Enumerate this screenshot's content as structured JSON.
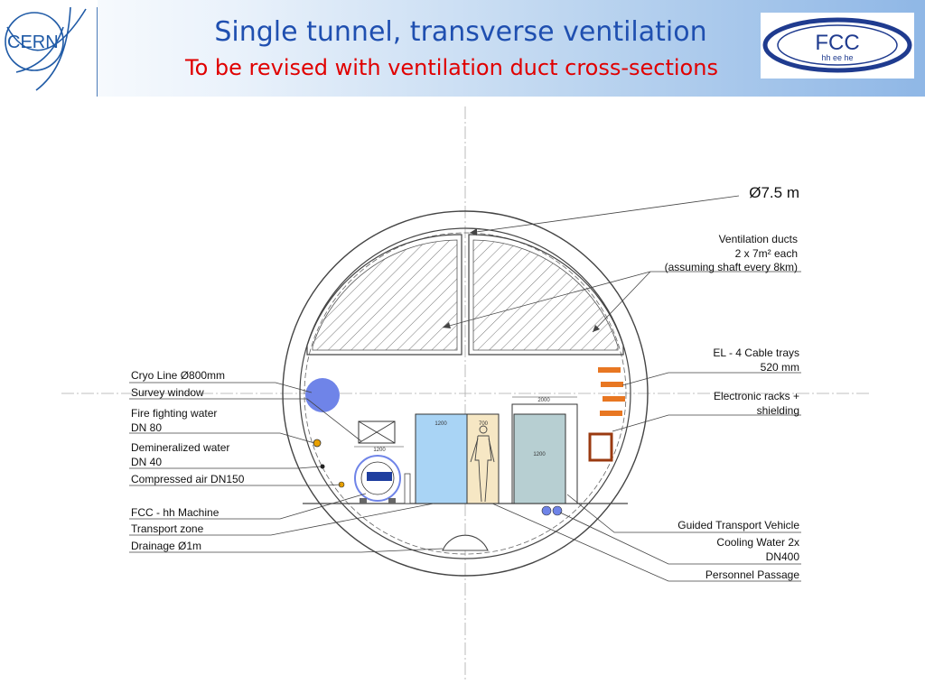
{
  "header": {
    "title": "Single tunnel, transverse ventilation",
    "subtitle": "To be revised with ventilation duct cross-sections",
    "cern_logo_text": "CERN",
    "fcc_logo_text": "FCC",
    "fcc_logo_subtext": "hh ee he"
  },
  "diagram": {
    "diameter_label": "Ø7.5 m",
    "labels_right": {
      "ventilation_line1": "Ventilation ducts",
      "ventilation_line2": "2 x 7m² each",
      "ventilation_line3": "(assuming shaft every 8km)",
      "cable_trays_line1": "EL - 4 Cable trays",
      "cable_trays_line2": "520 mm",
      "racks_line1": "Electronic racks +",
      "racks_line2": "shielding",
      "transport_vehicle": "Guided Transport Vehicle",
      "cooling_line1": "Cooling Water 2x",
      "cooling_line2": "DN400",
      "personnel": "Personnel Passage"
    },
    "labels_left": {
      "cryo": "Cryo Line Ø800mm",
      "survey": "Survey window",
      "fire_line1": "Fire fighting water",
      "fire_line2": "DN 80",
      "demin_line1": "Demineralized water",
      "demin_line2": "DN 40",
      "air": "Compressed air DN150",
      "machine": "FCC - hh Machine",
      "transport": "Transport zone",
      "drainage": "Drainage Ø1m"
    },
    "dims": {
      "survey_width": "1200",
      "zone_width": "1200",
      "passage_width": "700",
      "vehicle_outer": "2000",
      "vehicle_inner": "1200"
    }
  },
  "colors": {
    "title": "#1f4fb0",
    "subtitle": "#e00000",
    "cryo_line": "#6f84e8",
    "transport_zone": "#a9d4f5",
    "personnel_passage": "#f6e7c4",
    "vehicle": "#b7cfd2",
    "cable_tray": "#e87722",
    "rack": "#9a3a10"
  }
}
